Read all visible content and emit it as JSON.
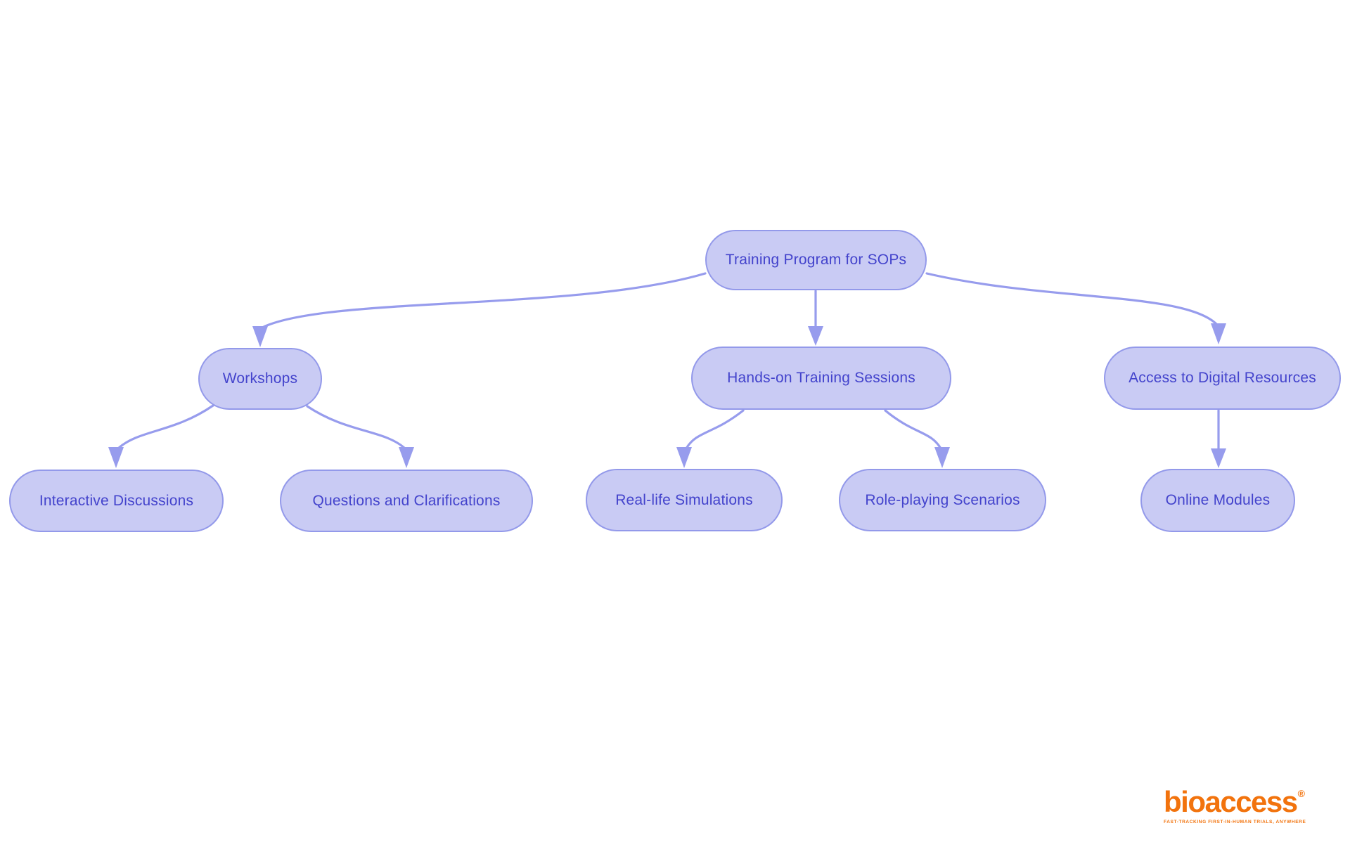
{
  "colors": {
    "background": "#ffffff",
    "node_fill": "#c9cbf4",
    "node_border": "#9399ea",
    "node_text": "#4343cc",
    "edge": "#979ced",
    "brand_orange": "#f2730d"
  },
  "flowchart": {
    "nodes": [
      {
        "id": "root",
        "label": "Training Program for SOPs"
      },
      {
        "id": "workshops",
        "label": "Workshops"
      },
      {
        "id": "hands_on",
        "label": "Hands-on Training Sessions"
      },
      {
        "id": "access",
        "label": "Access to Digital Resources"
      },
      {
        "id": "interactive",
        "label": "Interactive Discussions"
      },
      {
        "id": "questions",
        "label": "Questions and Clarifications"
      },
      {
        "id": "real_life",
        "label": "Real-life Simulations"
      },
      {
        "id": "role_playing",
        "label": "Role-playing Scenarios"
      },
      {
        "id": "online",
        "label": "Online Modules"
      }
    ],
    "edges": [
      {
        "from": "Training Program for SOPs",
        "to": "Workshops"
      },
      {
        "from": "Training Program for SOPs",
        "to": "Hands-on Training Sessions"
      },
      {
        "from": "Training Program for SOPs",
        "to": "Access to Digital Resources"
      },
      {
        "from": "Workshops",
        "to": "Interactive Discussions"
      },
      {
        "from": "Workshops",
        "to": "Questions and Clarifications"
      },
      {
        "from": "Hands-on Training Sessions",
        "to": "Real-life Simulations"
      },
      {
        "from": "Hands-on Training Sessions",
        "to": "Role-playing Scenarios"
      },
      {
        "from": "Access to Digital Resources",
        "to": "Online Modules"
      }
    ]
  },
  "brand": {
    "name": "bioaccess",
    "registered_mark": "®",
    "tagline": "FAST-TRACKING FIRST-IN-HUMAN TRIALS, ANYWHERE"
  }
}
